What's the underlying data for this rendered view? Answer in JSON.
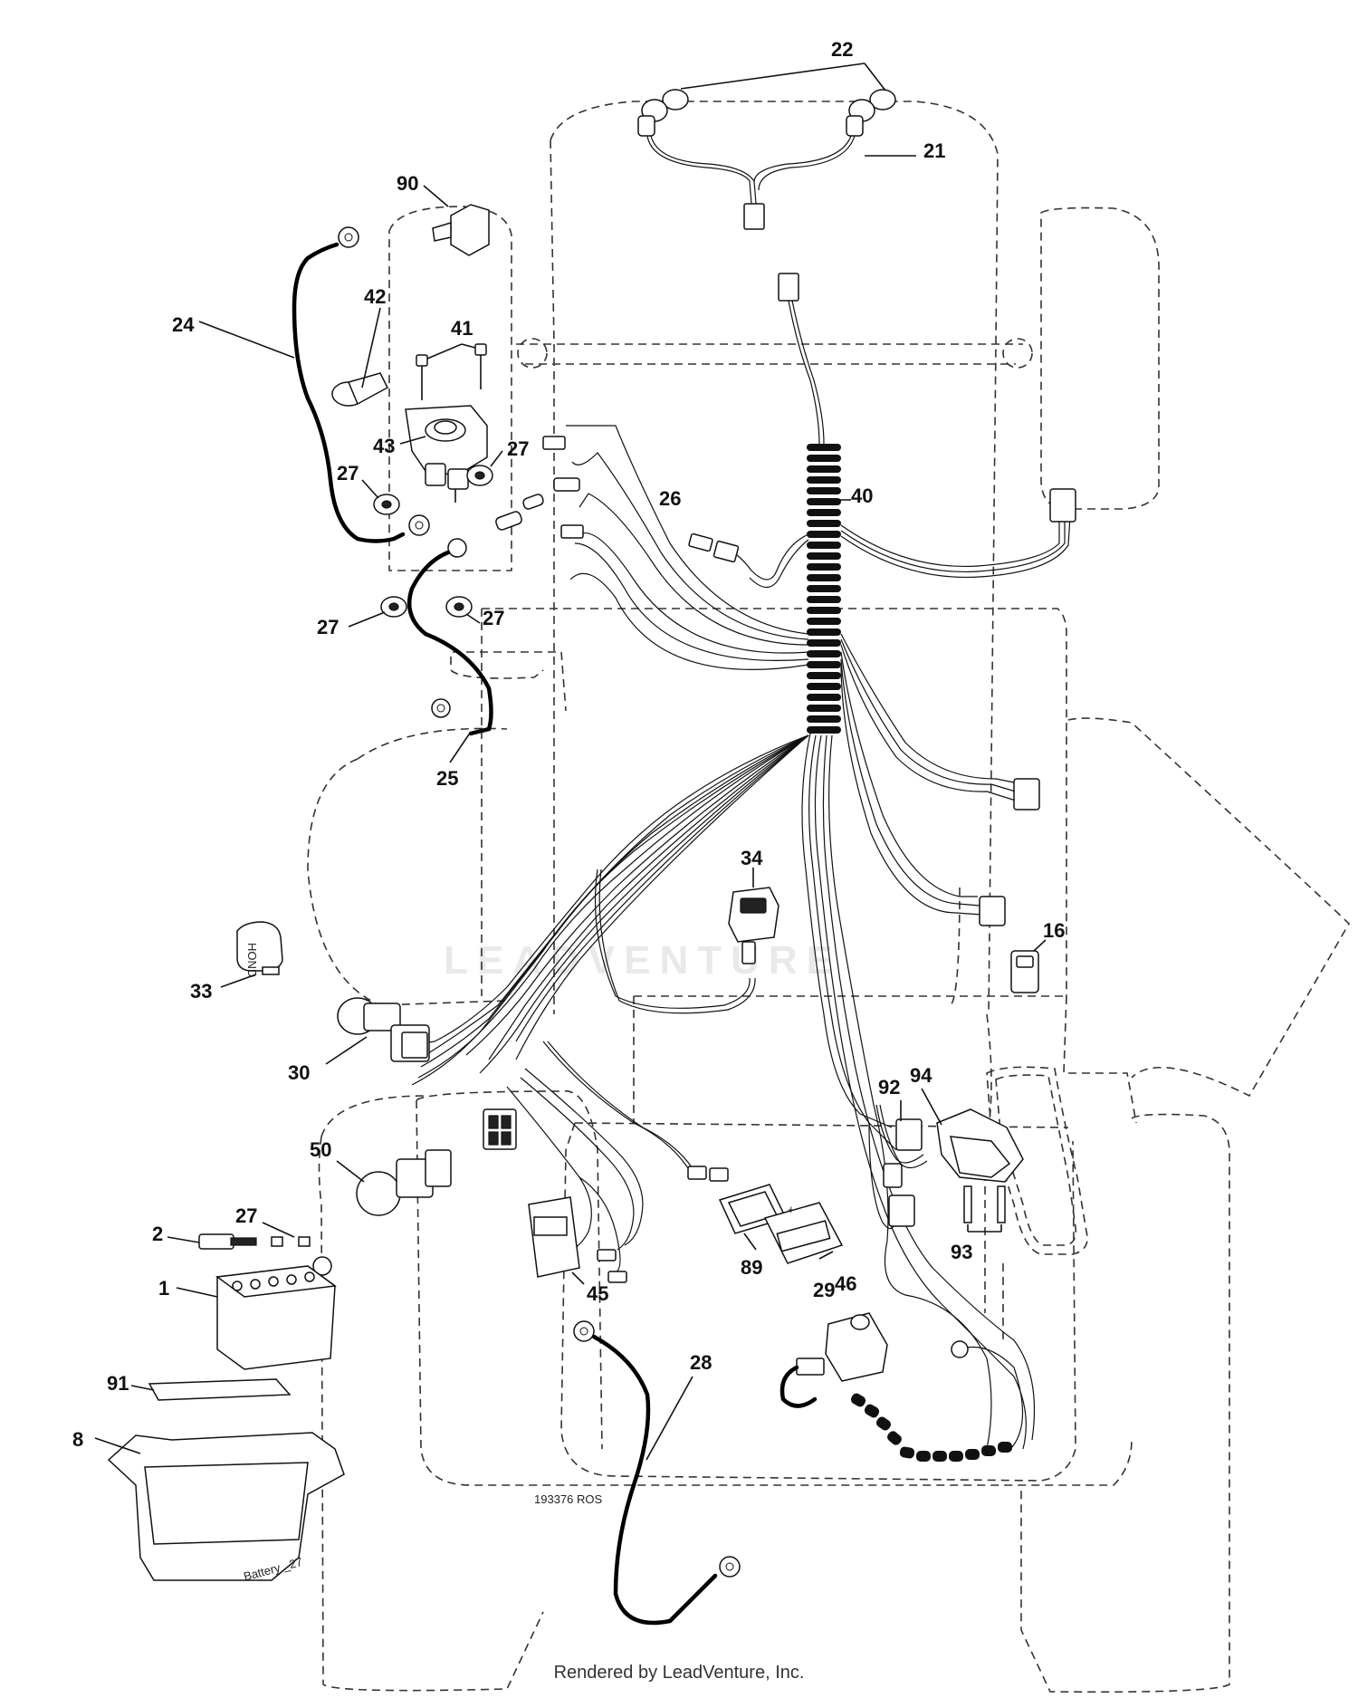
{
  "diagram": {
    "drawing_number": "193376 ROS",
    "battery_note": "Battery _27",
    "watermark": "LEADVENTURE",
    "footer": "Rendered by LeadVenture, Inc."
  },
  "callouts": {
    "c22": "22",
    "c21": "21",
    "c90": "90",
    "c42": "42",
    "c24": "24",
    "c41": "41",
    "c43": "43",
    "c27a": "27",
    "c27b": "27",
    "c27c": "27",
    "c27d": "27",
    "c27e": "27",
    "c26": "26",
    "c40": "40",
    "c25": "25",
    "c34": "34",
    "c16": "16",
    "c33": "33",
    "c30": "30",
    "c50": "50",
    "c92": "92",
    "c94": "94",
    "c93": "93",
    "c2": "2",
    "c1": "1",
    "c91": "91",
    "c8": "8",
    "c45": "45",
    "c89": "89",
    "c29": "29",
    "c46": "46",
    "c28": "28"
  }
}
